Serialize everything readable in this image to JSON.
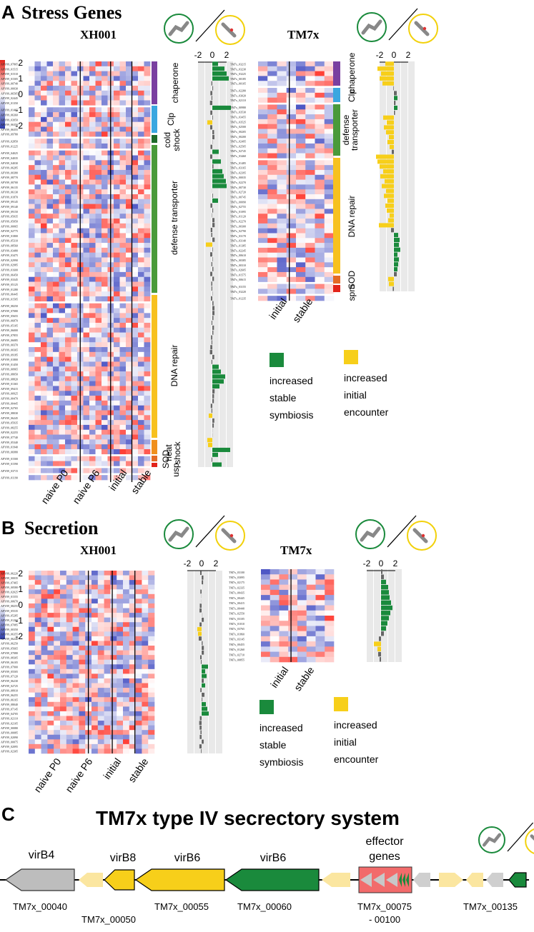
{
  "panelA": {
    "letter": "A",
    "title": "Stress Genes",
    "xh001": {
      "strain": "XH001",
      "colorbar_ticks": [
        "2",
        "1",
        "0",
        "-1",
        "-2"
      ],
      "bar_ticks": [
        "-2",
        "0",
        "2"
      ],
      "columns": [
        "naive P0",
        "naive P6",
        "initial",
        "stable"
      ],
      "categories": [
        {
          "label": "chaperone",
          "color": "#7a3fa0"
        },
        {
          "label": "Clp",
          "color": "#3aa7e0"
        },
        {
          "label": "cold shock",
          "color": "#1f6b2a"
        },
        {
          "label": "defense transporter",
          "color": "#4a9a3a"
        },
        {
          "label": "DNA repair",
          "color": "#f7c11f"
        },
        {
          "label": "heat shock",
          "color": "#f0901e"
        },
        {
          "label": "SOD",
          "color": "#e46a25"
        },
        {
          "label": "usp",
          "color": "#e2231a"
        }
      ],
      "genes": [
        "APY09_07805",
        "APY09_01515",
        "APY09_01510",
        "APY09_01505",
        "APY09_00740",
        "APY09_00030",
        "APY09_06505",
        "APY09_02445",
        "APY09_01350",
        "APY09_01465",
        "APY09_06360",
        "APY09_03950",
        "APY09_06350",
        "APY09_06355",
        "APY09_09780",
        "APY09_02850",
        "APY09_01225",
        "APY09_04025",
        "APY09_04035",
        "APY09_04030",
        "APY09_06285",
        "APY09_00380",
        "APY09_08770",
        "APY09_00700",
        "APY09_06135",
        "APY09_06130",
        "APY09_01870",
        "APY09_09145",
        "APY09_09140",
        "APY09_09150",
        "APY09_05035",
        "APY09_05050",
        "APY09_00065",
        "APY09_02775",
        "APY09_01800",
        "APY09_05310",
        "APY09_08560",
        "APY09_03480",
        "APY09_03475",
        "APY09_02990",
        "APY09_02985",
        "APY09_01600",
        "APY09_06450",
        "APY09_03345",
        "APY09_05125",
        "APY09_01280",
        "APY09_06445",
        "APY09_01505",
        "APY09_08250",
        "APY09_07080",
        "APY09_05655",
        "APY09_06870",
        "APY09_05105",
        "APY09_06000",
        "APY09_07855",
        "APY09_06085",
        "APY09_00370",
        "APY09_00365",
        "APY09_09185",
        "APY09_01800",
        "APY09_01450",
        "APY09_00965",
        "APY09_08050",
        "APY09_08820",
        "APY09_01365",
        "APY09_09415",
        "APY09_00925",
        "APY09_00470",
        "APY09_00445",
        "APY09_02765",
        "APY09_08030",
        "APY09_06245",
        "APY09_05935",
        "APY09_08255",
        "APY09_02255",
        "APY09_07740",
        "APY09_05340",
        "APY09_01940",
        "APY09_06980",
        "APY09_01500",
        "APY09_01590",
        "APY09_03715",
        "APY09_01190"
      ]
    },
    "tm7x": {
      "strain": "TM7x",
      "bar_ticks": [
        "-2",
        "0",
        "2"
      ],
      "columns": [
        "initial",
        "stable"
      ],
      "categories": [
        {
          "label": "chaperone",
          "color": "#7a3fa0"
        },
        {
          "label": "Clp",
          "color": "#3aa7e0"
        },
        {
          "label": "defense transporter",
          "color": "#4a9a3a"
        },
        {
          "label": "DNA repair",
          "color": "#f7c11f"
        },
        {
          "label": "SOD",
          "color": "#e46a25"
        },
        {
          "label": "spm",
          "color": "#e2231a"
        }
      ],
      "genes": [
        "TM7x_03215",
        "TM7x_03230",
        "TM7x_03225",
        "TM7x_00185",
        "TM7x_00105",
        "TM7x_02280",
        "TM7x_03020",
        "TM7x_02110",
        "TM7x_00980",
        "TM7x_03530",
        "TM7x_03455",
        "TM7x_03525",
        "TM7x_02500",
        "TM7x_00205",
        "TM7x_00200",
        "TM7x_02495",
        "TM7x_02505",
        "TM7x_02745",
        "TM7x_03460",
        "TM7x_01485",
        "TM7x_03165",
        "TM7x_02395",
        "TM7x_00035",
        "TM7x_02270",
        "TM7x_00730",
        "TM7x_02720",
        "TM7x_00745",
        "TM7x_00090",
        "TM7x_02755",
        "TM7x_01095",
        "TM7x_01120",
        "TM7x_02270",
        "TM7x_00300",
        "TM7x_02790",
        "TM7x_03170",
        "TM7x_03140",
        "TM7x_01385",
        "TM7x_02245",
        "TM7x_00610",
        "TM7x_00385",
        "TM7x_00310",
        "TM7x_02605",
        "TM7x_01575",
        "TM7x_00615",
        "TM7x_03155",
        "TM7x_03220",
        "TM7x_01235"
      ]
    },
    "legend": {
      "stable": "increased stable symbiosis",
      "initial": "increased initial encounter",
      "green": "#1a8a3c",
      "yellow": "#f7cf1a"
    }
  },
  "panelB": {
    "letter": "B",
    "title": "Secretion",
    "xh001": {
      "strain": "XH001",
      "colorbar_ticks": [
        "2",
        "1",
        "0",
        "-1",
        "-2"
      ],
      "bar_ticks": [
        "-2",
        "0",
        "2"
      ],
      "columns": [
        "naive P0",
        "naive P6",
        "initial",
        "stable"
      ],
      "genes": [
        "APY09_06220",
        "APY09_00035",
        "APY09_07465",
        "APY09_00580",
        "APY09_02025",
        "APY09_01555",
        "APY09_00670",
        "APY09_08255",
        "APY09_05535",
        "APY09_05285",
        "APY09_01260",
        "APY09_07085",
        "APY09_00350",
        "APY09_06355",
        "APY09_06240",
        "APY09_06250",
        "APY09_05665",
        "APY09_07080",
        "APY09_08305",
        "APY09_06105",
        "APY09_07900",
        "APY09_05505",
        "APY09_07120",
        "APY09_06230",
        "APY09_02725",
        "APY09_08910",
        "APY09_06255",
        "APY09_06165",
        "APY09_08040",
        "APY09_07145",
        "APY09_04705",
        "APY09_02110",
        "APY09_02105",
        "APY09_00080",
        "APY09_00085",
        "APY09_02090",
        "APY09_00075",
        "APY09_02095",
        "APY09_02305"
      ]
    },
    "tm7x": {
      "strain": "TM7x",
      "bar_ticks": [
        "-2",
        "0",
        "2"
      ],
      "columns": [
        "initial",
        "stable"
      ],
      "genes": [
        "TM7x_03100",
        "TM7x_03095",
        "TM7x_02175",
        "TM7x_02335",
        "TM7x_00435",
        "TM7x_00445",
        "TM7x_00415",
        "TM7x_00440",
        "TM7x_02550",
        "TM7x_03105",
        "TM7x_01010",
        "TM7x_03765",
        "TM7x_01860",
        "TM7x_03145",
        "TM7x_00455",
        "TM7x_01260",
        "TM7x_02710",
        "TM7x_00855"
      ]
    },
    "legend": {
      "stable": "increased stable symbiosis",
      "initial": "increased initial encounter"
    }
  },
  "panelC": {
    "letter": "C",
    "title": "TM7x type IV secrectory system",
    "genes": [
      {
        "name": "virB4",
        "color": "#bdbdbd"
      },
      {
        "name": "virB8",
        "color": "#f7cf1a"
      },
      {
        "name": "virB6",
        "color": "#f7cf1a"
      },
      {
        "name": "virB6",
        "color": "#1a8a3c"
      }
    ],
    "effector_label": "effector genes",
    "loci": [
      "TM7x_00040",
      "TM7x_00050",
      "TM7x_00055",
      "TM7x_00060",
      "TM7x_00075",
      "- 00100",
      "TM7x_00135"
    ]
  }
}
